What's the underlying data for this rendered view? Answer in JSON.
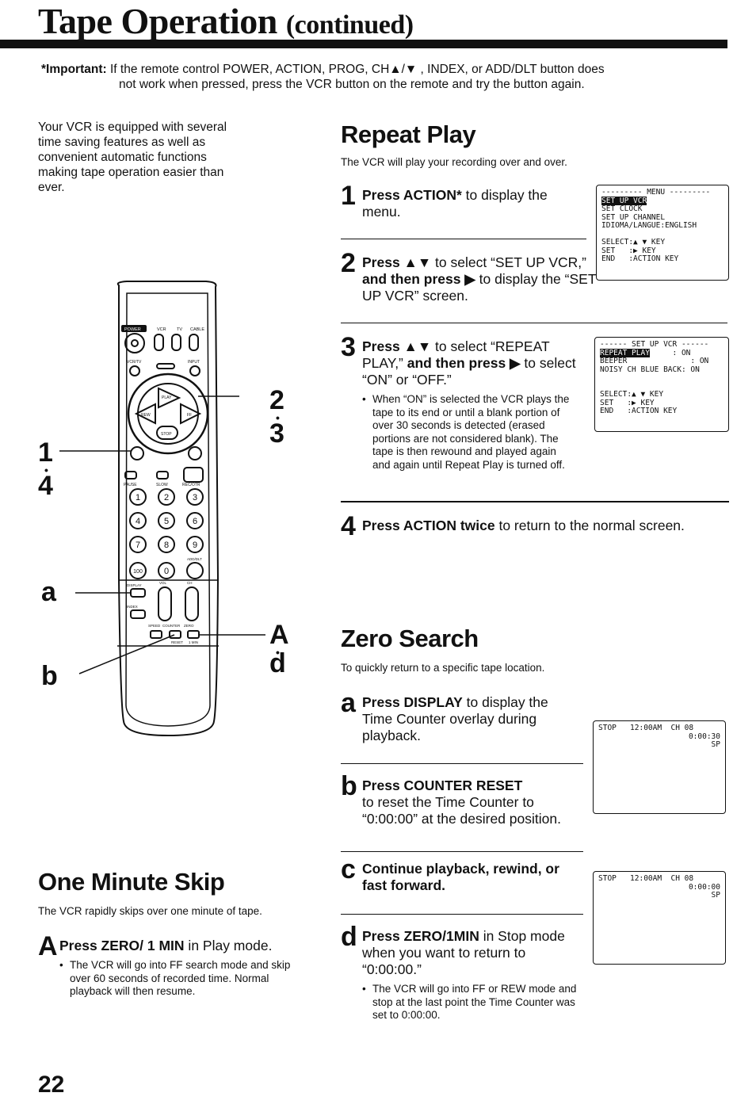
{
  "page": {
    "title_main": "Tape Operation",
    "title_cont": "(continued)",
    "number": "22"
  },
  "important": {
    "label": "*Important:",
    "line1": "If the remote control POWER, ACTION, PROG, CH▲/▼ , INDEX, or ADD/DLT button does",
    "line2": "not work when pressed, press the VCR button on the remote and try the button again."
  },
  "intro": "Your VCR is equipped with several time saving features as well as convenient automatic functions making tape operation easier than ever.",
  "repeat_play": {
    "heading": "Repeat Play",
    "subtitle": "The VCR will play your recording over and over.",
    "step1": {
      "num": "1",
      "bold": "Press ACTION*",
      "rest": " to display the menu."
    },
    "step2": {
      "num": "2",
      "bold1": "Press ▲▼",
      "rest1": " to select “SET UP VCR,” ",
      "bold2": "and then press ▶",
      "rest2": " to display the “SET UP VCR” screen."
    },
    "step3": {
      "num": "3",
      "bold1": "Press ▲▼",
      "rest1": " to select “REPEAT PLAY,” ",
      "bold2": "and then press ▶",
      "rest2": " to select “ON” or “OFF.”",
      "note": "When “ON” is selected the VCR plays the tape to its end or until a blank portion of over 30 seconds is detected (erased portions are not considered blank). The tape is then rewound and played again and again until Repeat Play is turned off."
    },
    "step4": {
      "num": "4",
      "bold": "Press ACTION twice",
      "rest": " to return to the normal screen."
    },
    "screen_menu": {
      "header": "--------- MENU ---------",
      "hl": "SET UP VCR",
      "l2": "SET CLOCK",
      "l3": "SET UP CHANNEL",
      "l4": "IDIOMA/LANGUE:ENGLISH",
      "l5": "SELECT:▲ ▼ KEY",
      "l6": "SET   :▶ KEY",
      "l7": "END   :ACTION KEY"
    },
    "screen_setup": {
      "header": "------ SET UP VCR ------",
      "hl": "REPEAT PLAY",
      "hl_val": "     : ON",
      "l2": "BEEPER              : ON",
      "l3": "NOISY CH BLUE BACK: ON",
      "l5": "SELECT:▲ ▼ KEY",
      "l6": "SET   :▶ KEY",
      "l7": "END   :ACTION KEY"
    }
  },
  "zero_search": {
    "heading": "Zero Search",
    "subtitle": "To quickly return to a specific tape location.",
    "a": {
      "num": "a",
      "bold": "Press DISPLAY",
      "rest": " to display the Time Counter overlay during playback."
    },
    "b": {
      "num": "b",
      "bold": "Press COUNTER RESET",
      "rest": "to reset the Time Counter to “0:00:00” at the desired position."
    },
    "c": {
      "num": "c",
      "bold": "Continue playback, rewind, or fast forward."
    },
    "d": {
      "num": "d",
      "bold": "Press ZERO/1MIN",
      "rest": " in Stop mode when you want to return to “0:00:00.”",
      "note": "The VCR will go into FF or REW mode and stop at the last point the Time Counter was set to 0:00:00."
    },
    "screen1": {
      "l1": "STOP   12:00AM  CH 08",
      "l2": "0:00:30",
      "l3": "SP"
    },
    "screen2": {
      "l1": "STOP   12:00AM  CH 08",
      "l2": "0:00:00",
      "l3": "SP"
    }
  },
  "one_minute_skip": {
    "heading": "One Minute Skip",
    "subtitle": "The VCR rapidly skips over one minute of tape.",
    "a": {
      "num": "A",
      "bold": "Press ZERO/ 1 MIN",
      "rest": " in Play mode.",
      "note": "The VCR will go into FF search mode and skip over 60 seconds of recorded time. Normal playback will then resume."
    }
  },
  "remote": {
    "callouts": {
      "c1": "1",
      "c4": "4",
      "c2": "2",
      "c3": "3",
      "ca": "a",
      "cb": "b",
      "cA": "A",
      "cd": "d"
    },
    "labels": {
      "power": "POWER",
      "vcr": "VCR",
      "tv": "TV",
      "cable": "CABLE",
      "vcrtv": "VCR/TV",
      "input": "INPUT",
      "play": "PLAY",
      "rew": "REW",
      "ff": "FF",
      "stop": "STOP",
      "pause": "PAUSE",
      "slow": "SLOW",
      "rec": "REC/OTR",
      "k1": "1",
      "k2": "2",
      "k3": "3",
      "k4": "4",
      "k5": "5",
      "k6": "6",
      "k7": "7",
      "k8": "8",
      "k9": "9",
      "k100": "100",
      "k0": "0",
      "adddlt": "ADD/DLT",
      "display": "DISPLAY",
      "vol": "VOL",
      "ch": "CH",
      "index": "INDEX",
      "speed": "SPEED",
      "counter": "COUNTER",
      "zero": "ZERO",
      "reset": "RESET",
      "onemin": "1 MIN"
    }
  }
}
